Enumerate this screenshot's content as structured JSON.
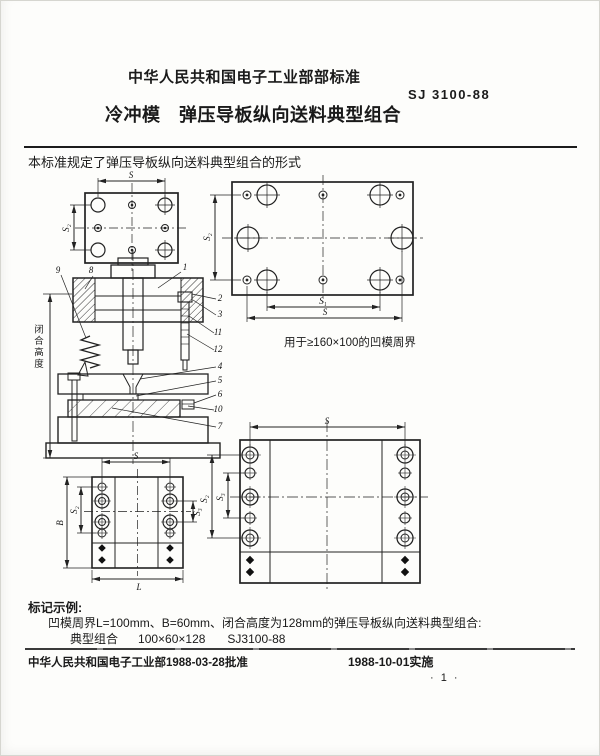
{
  "document": {
    "authority": "中华人民共和国电子工业部部标准",
    "standard_no": "SJ 3100-88",
    "title": "冷冲模　弹压导板纵向送料典型组合",
    "scope": "本标准规定了弹压导板纵向送料典型组合的形式"
  },
  "figures": {
    "top_left_plate": {
      "dim_s": "S",
      "dim_s2": "S₂"
    },
    "top_right_plate": {
      "dim_s": "S",
      "dim_s1": "S₁",
      "dim_s2": "S₂",
      "caption": "用于≥160×100的凹模周界"
    },
    "section_view": {
      "closed_height_label": "闭合高度",
      "parts": {
        "n1": "1",
        "n2": "2",
        "n3": "3",
        "n4": "4",
        "n5": "5",
        "n6": "6",
        "n7": "7",
        "n8": "8",
        "n9": "9",
        "n10": "10",
        "n11": "11",
        "n12": "12"
      }
    },
    "bottom_left_plate": {
      "dim_s": "S",
      "dim_b": "B",
      "dim_s2": "S₂",
      "dim_s3": "S₃",
      "dim_l": "L"
    },
    "bottom_right_plate": {
      "dim_s": "S",
      "dim_s2": "S₂",
      "dim_s3": "S₃"
    }
  },
  "marking_example": {
    "heading": "标记示例:",
    "description": "凹模周界L=100mm、B=60mm、闭合高度为128mm的弹压导板纵向送料典型组合:",
    "designation_label": "典型组合",
    "designation_size": "100×60×128",
    "designation_code": "SJ3100-88"
  },
  "footer": {
    "approval": "中华人民共和国电子工业部1988-03-28批准",
    "implementation": "1988-10-01实施",
    "page_number": "· 1 ·"
  }
}
